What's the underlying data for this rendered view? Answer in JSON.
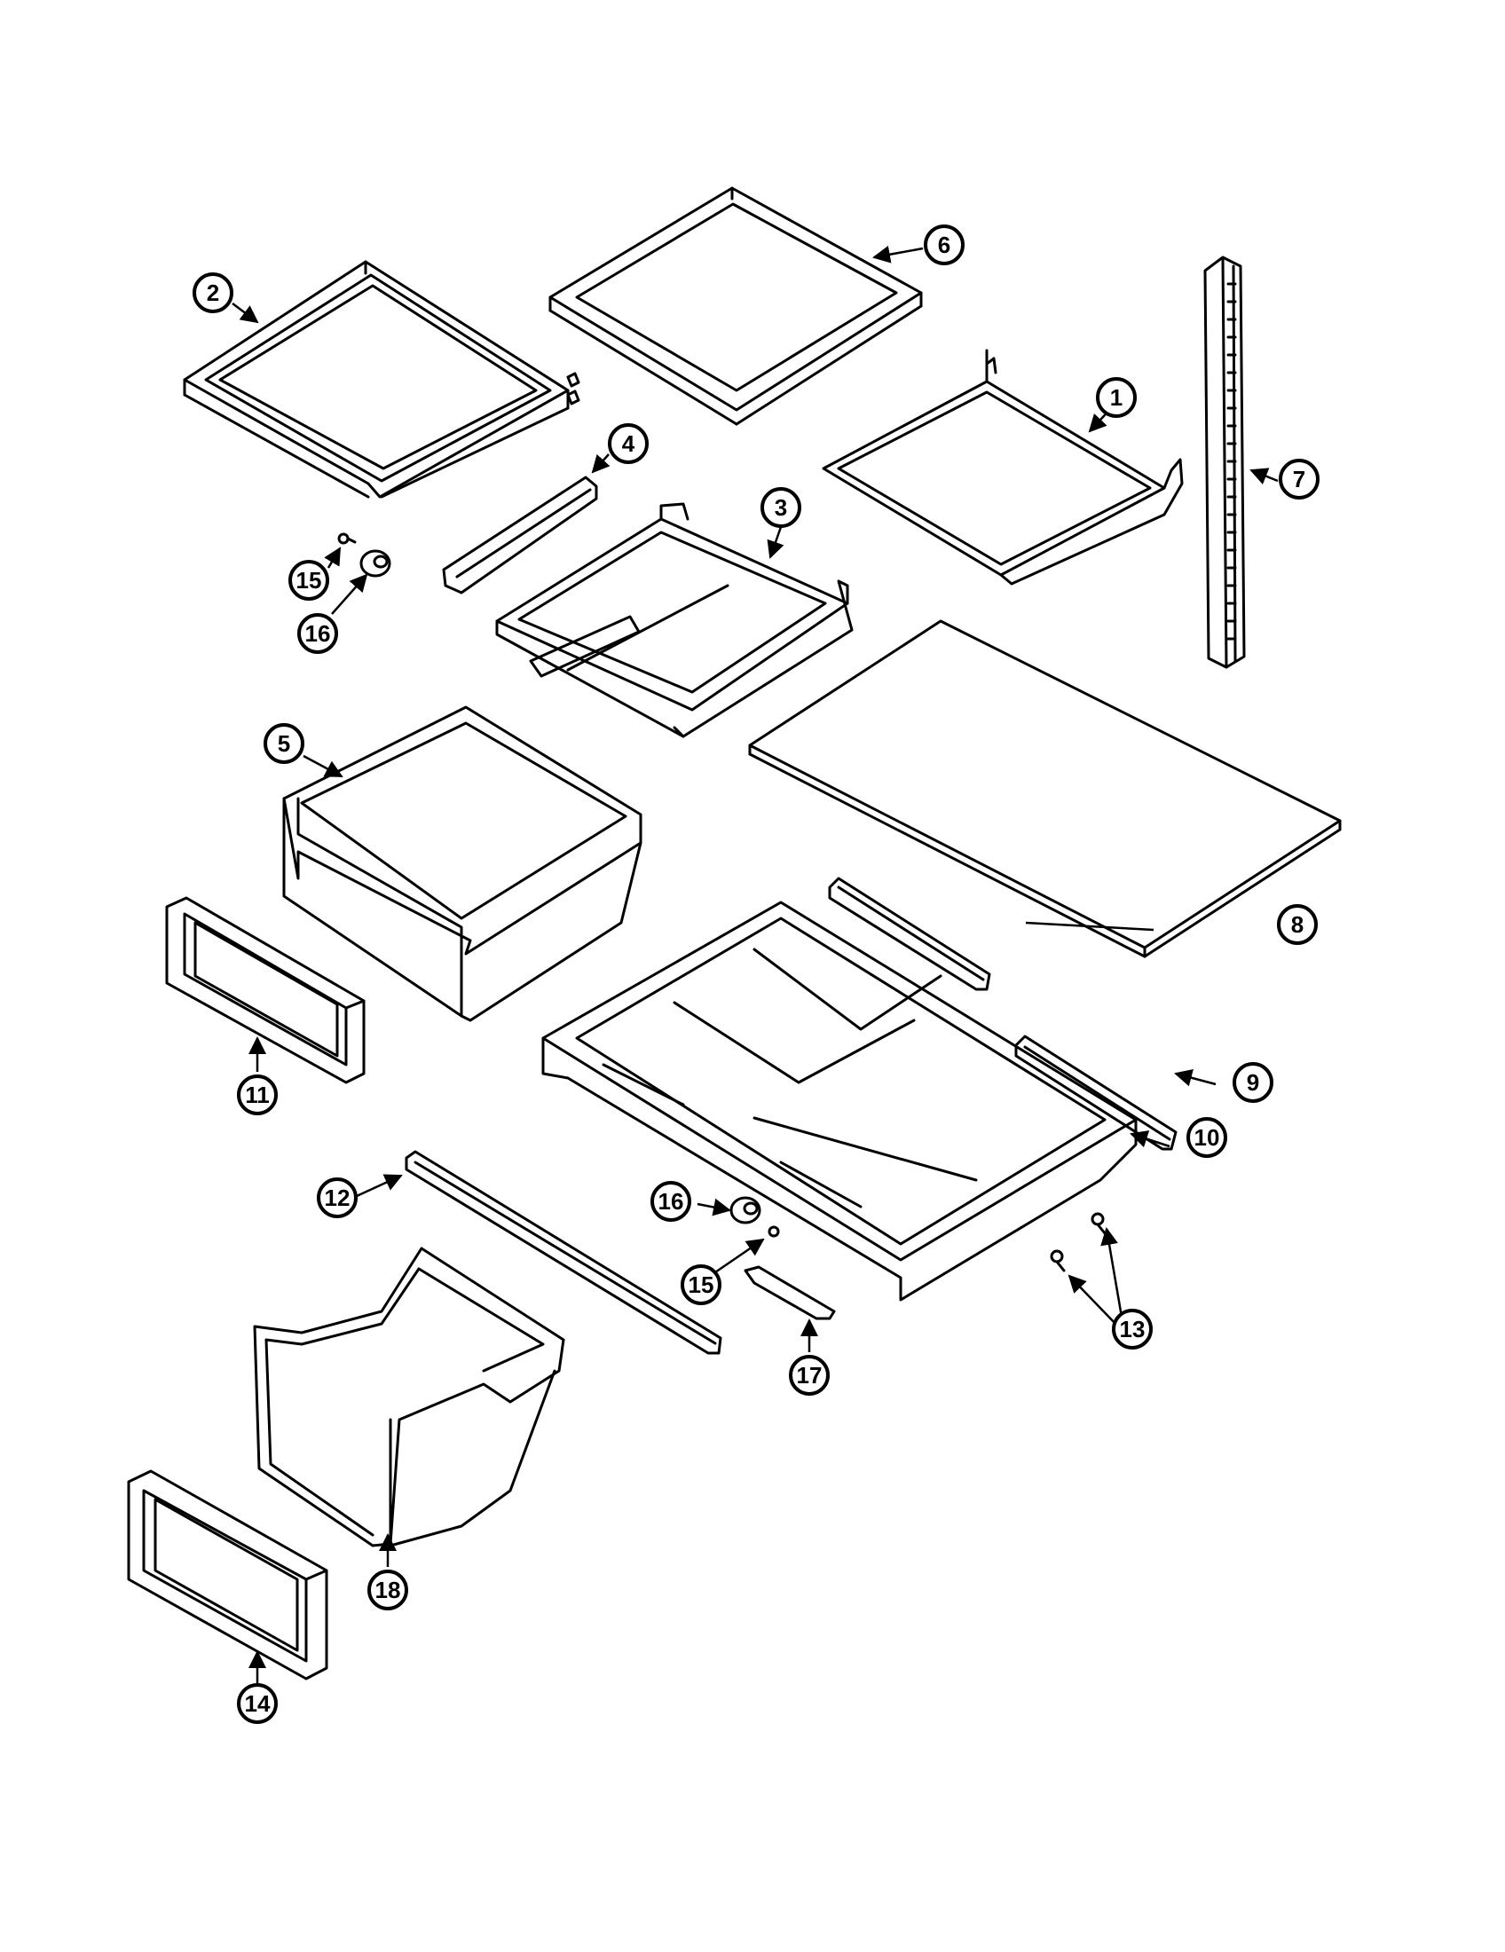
{
  "callouts": [
    {
      "label": "1"
    },
    {
      "label": "2"
    },
    {
      "label": "3"
    },
    {
      "label": "4"
    },
    {
      "label": "5"
    },
    {
      "label": "6"
    },
    {
      "label": "7"
    },
    {
      "label": "8"
    },
    {
      "label": "9"
    },
    {
      "label": "10"
    },
    {
      "label": "11"
    },
    {
      "label": "12"
    },
    {
      "label": "13"
    },
    {
      "label": "14"
    },
    {
      "label": "15"
    },
    {
      "label": "15"
    },
    {
      "label": "16"
    },
    {
      "label": "16"
    },
    {
      "label": "17"
    },
    {
      "label": "18"
    }
  ]
}
